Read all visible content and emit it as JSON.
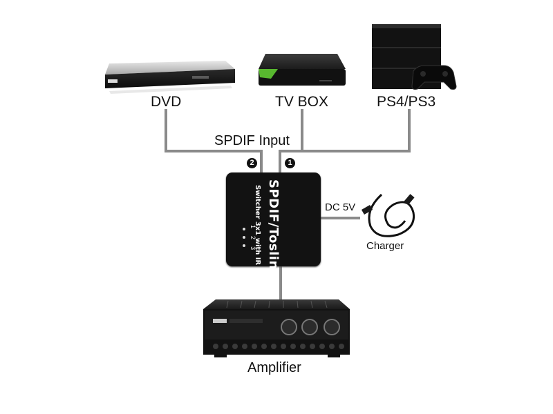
{
  "devices": {
    "dvd": "DVD",
    "tv_box": "TV BOX",
    "ps": "PS4/PS3",
    "amplifier": "Amplifier"
  },
  "connections": {
    "input_label": "SPDIF Input",
    "power_label": "DC 5V",
    "charger_label": "Charger",
    "port_1": "1",
    "port_2": "2"
  },
  "switcher": {
    "title": "SPDIF/Toslink",
    "subtitle": "Switcher 3x1 with IR",
    "indicators": [
      "1",
      "2",
      "3"
    ]
  },
  "colors": {
    "wire": "#8a8a8a",
    "device_dark": "#141414",
    "dvd_silver": "#c9c9c9"
  },
  "icons": {
    "dvd": "dvd-player-icon",
    "tv_box": "tv-box-icon",
    "ps": "game-console-icon",
    "switcher": "audio-switcher-icon",
    "charger": "usb-charger-cable-icon",
    "amplifier": "audio-amplifier-icon"
  }
}
